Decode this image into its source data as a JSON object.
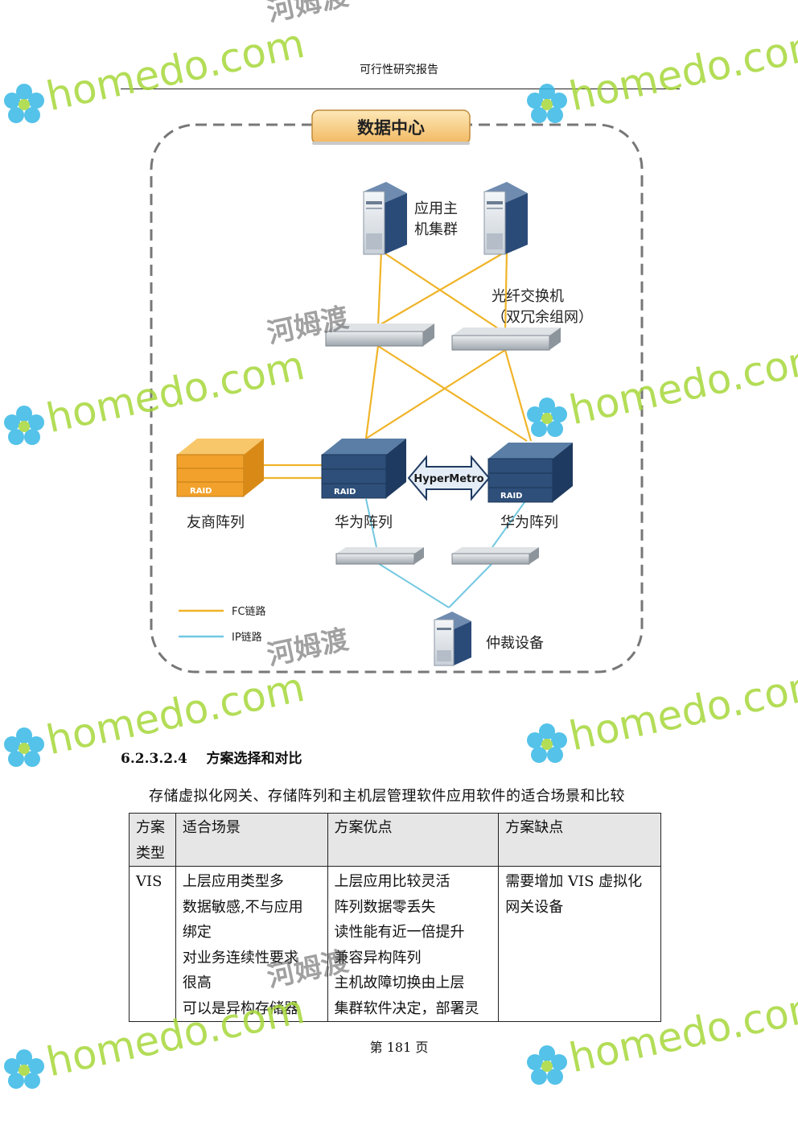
{
  "header": {
    "title": "可行性研究报告"
  },
  "diagram": {
    "banner": "数据中心",
    "app_cluster_label": [
      "应用主",
      "机集群"
    ],
    "fc_switch_label": [
      "光纤交换机",
      "（双冗余组网）"
    ],
    "raid_label": "RAID",
    "hypermetro_label": "HyperMetro",
    "third_party_array": "友商阵列",
    "huawei_array_1": "华为阵列",
    "huawei_array_2": "华为阵列",
    "arbitration_device": "仲裁设备",
    "legend": [
      {
        "label": "FC链路",
        "color": "#f0b428"
      },
      {
        "label": "IP链路",
        "color": "#72c8e2"
      }
    ]
  },
  "section": {
    "number": "6.2.3.2.4",
    "title": "方案选择和对比"
  },
  "caption": "存储虚拟化网关、存储阵列和主机层管理软件应用软件的适合场景和比较",
  "table": {
    "headers": [
      [
        "方案",
        "类型"
      ],
      [
        "适合场景"
      ],
      [
        "方案优点"
      ],
      [
        "方案缺点"
      ]
    ],
    "rows": [
      {
        "type": [
          "VIS"
        ],
        "scenarios": [
          "上层应用类型多",
          "数据敏感,不与应用",
          "绑定",
          "对业务连续性要求",
          "很高",
          "可以是异构存储器"
        ],
        "pros": [
          "上层应用比较灵活",
          "阵列数据零丢失",
          "读性能有近一倍提升",
          "兼容异构阵列",
          "主机故障切换由上层",
          "集群软件决定，部署灵"
        ],
        "cons": [
          "需要增加 VIS 虚拟化",
          "网关设备"
        ]
      }
    ]
  },
  "footer": {
    "page": "第 181 页"
  },
  "watermark": {
    "brand": "homedo.com",
    "cn": "河姆渡"
  }
}
